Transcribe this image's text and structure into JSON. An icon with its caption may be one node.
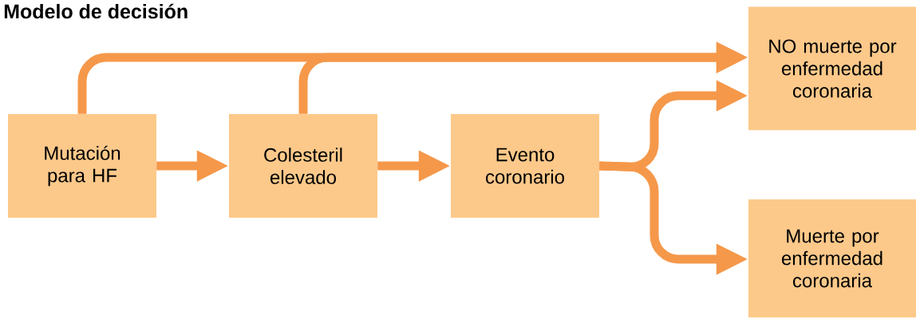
{
  "diagram": {
    "title": "Modelo de decisión",
    "nodes": [
      {
        "text": [
          "Mutación para HF"
        ]
      },
      {
        "text": [
          "Colesteril elevado"
        ]
      },
      {
        "text": [
          "Evento coronario"
        ]
      },
      {
        "text": [
          "NO muerte por enfermedad coronaria"
        ]
      },
      {
        "text": [
          "Muerte por enfermedad coronaria"
        ]
      }
    ],
    "edges": [
      {
        "from": 0,
        "to": 1,
        "arrow": "to"
      },
      {
        "from": 1,
        "to": 2,
        "arrow": "to"
      },
      {
        "from": 0,
        "to": 3,
        "arrow": "to"
      },
      {
        "from": 1,
        "to": 3,
        "arrow": "to"
      },
      {
        "from": 2,
        "to": 3,
        "arrow": "to"
      },
      {
        "from": 2,
        "to": 4,
        "arrow": "to"
      }
    ]
  }
}
